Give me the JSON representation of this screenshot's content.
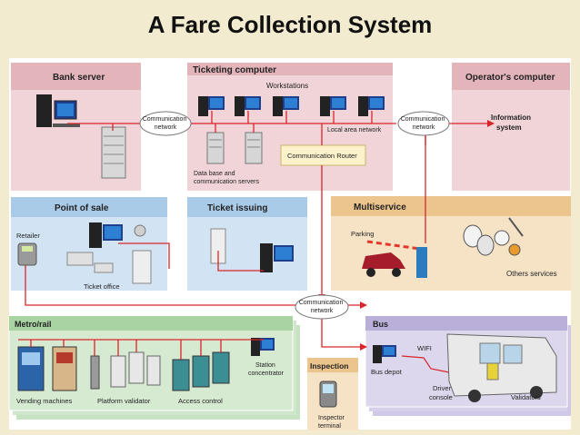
{
  "title": "A Fare Collection System",
  "labels": {
    "bank_server": "Bank server",
    "ticketing_computer": "Ticketing computer",
    "workstations": "Workstations",
    "operators_computer": "Operator's computer",
    "comm_network_1": [
      "Communication",
      "network"
    ],
    "comm_network_2": [
      "Communication",
      "network"
    ],
    "comm_network_3": [
      "Communication",
      "network"
    ],
    "information_system": [
      "Information",
      "system"
    ],
    "local_area_network": "Local area network",
    "database_servers": [
      "Data base and",
      "communication servers"
    ],
    "communication_router": "Communication Router",
    "point_of_sale": "Point of sale",
    "ticket_issuing": "Ticket issuing",
    "multiservice": "Multiservice",
    "retailer": "Retailer",
    "ticket_office": "Ticket office",
    "parking": "Parking",
    "other_services": "Others services",
    "metro_rail": "Metro/rail",
    "bus": "Bus",
    "station_concentrator": [
      "Station",
      "concentrator"
    ],
    "vending_machines": "Vending machines",
    "platform_validator": "Platform validator",
    "access_control": "Access control",
    "inspection": "Inspection",
    "inspector_terminal": [
      "Inspector",
      "terminal"
    ],
    "bus_depot": "Bus depot",
    "wifi": "WIFI",
    "driver_console": [
      "Driver",
      "console"
    ],
    "validators": "Validators"
  },
  "colors": {
    "pink_panel": "#f1d4d8",
    "pink_header": "#e4b4bb",
    "blue_panel": "#d2e4f3",
    "blue_header": "#a9cbe8",
    "green_panel": "#d6ead2",
    "green_header": "#a9d3a3",
    "orange_panel": "#f6e3c6",
    "orange_header": "#ecc58e",
    "purple_panel": "#dcd7ec",
    "purple_header": "#b9afd8",
    "network_line": "#d9262b"
  }
}
